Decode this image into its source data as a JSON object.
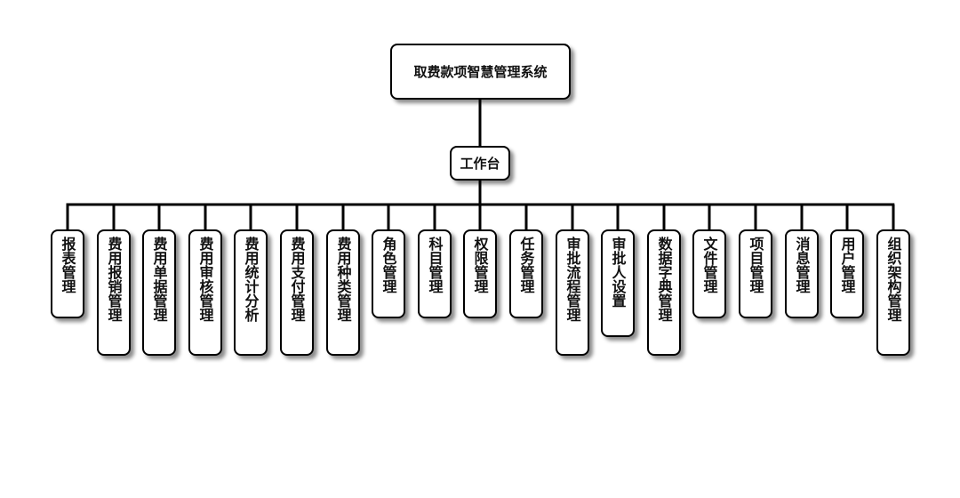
{
  "diagram": {
    "type": "org-tree",
    "root": {
      "label": "取费款项智慧管理系统"
    },
    "hub": {
      "label": "工作台"
    },
    "modules": [
      {
        "label": "报表管理"
      },
      {
        "label": "费用报销管理"
      },
      {
        "label": "费用单据管理"
      },
      {
        "label": "费用审核管理"
      },
      {
        "label": "费用统计分析"
      },
      {
        "label": "费用支付管理"
      },
      {
        "label": "费用种类管理"
      },
      {
        "label": "角色管理"
      },
      {
        "label": "科目管理"
      },
      {
        "label": "权限管理"
      },
      {
        "label": "任务管理"
      },
      {
        "label": "审批流程管理"
      },
      {
        "label": "审批人设置"
      },
      {
        "label": "数据字典管理"
      },
      {
        "label": "文件管理"
      },
      {
        "label": "项目管理"
      },
      {
        "label": "消息管理"
      },
      {
        "label": "用户管理"
      },
      {
        "label": "组织架构管理"
      }
    ],
    "colors": {
      "line": "#000000",
      "node_border": "#000000",
      "node_fill": "#ffffff",
      "text": "#111111"
    }
  }
}
